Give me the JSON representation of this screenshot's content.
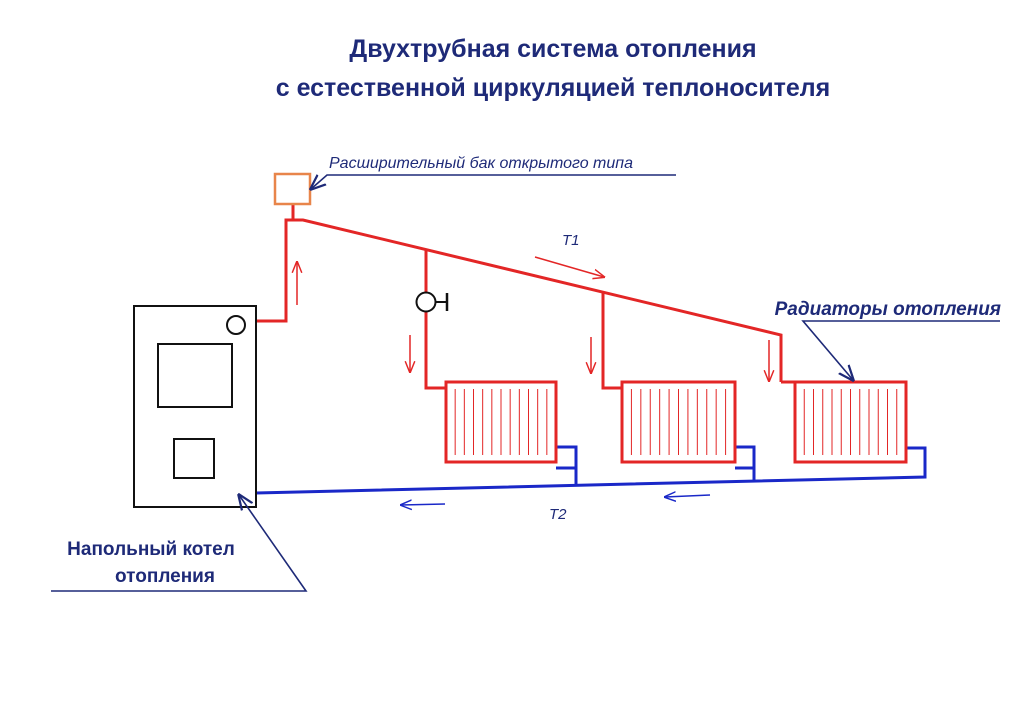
{
  "title": {
    "line1": "Двухтрубная система отопления",
    "line2": "с естественной циркуляцией теплоносителя"
  },
  "labels": {
    "expansion_tank": "Расширительный бак открытого типа",
    "radiators": "Радиаторы отопления",
    "boiler_line1": "Напольный котел",
    "boiler_line2": "отопления",
    "supply_pipe": "T1",
    "return_pipe": "T2"
  },
  "colors": {
    "title": "#1e2a78",
    "text": "#1e2a78",
    "supply": "#e32626",
    "return": "#1a28c8",
    "tank": "#e8854a",
    "outline": "#111111",
    "leader": "#1e2a78"
  }
}
